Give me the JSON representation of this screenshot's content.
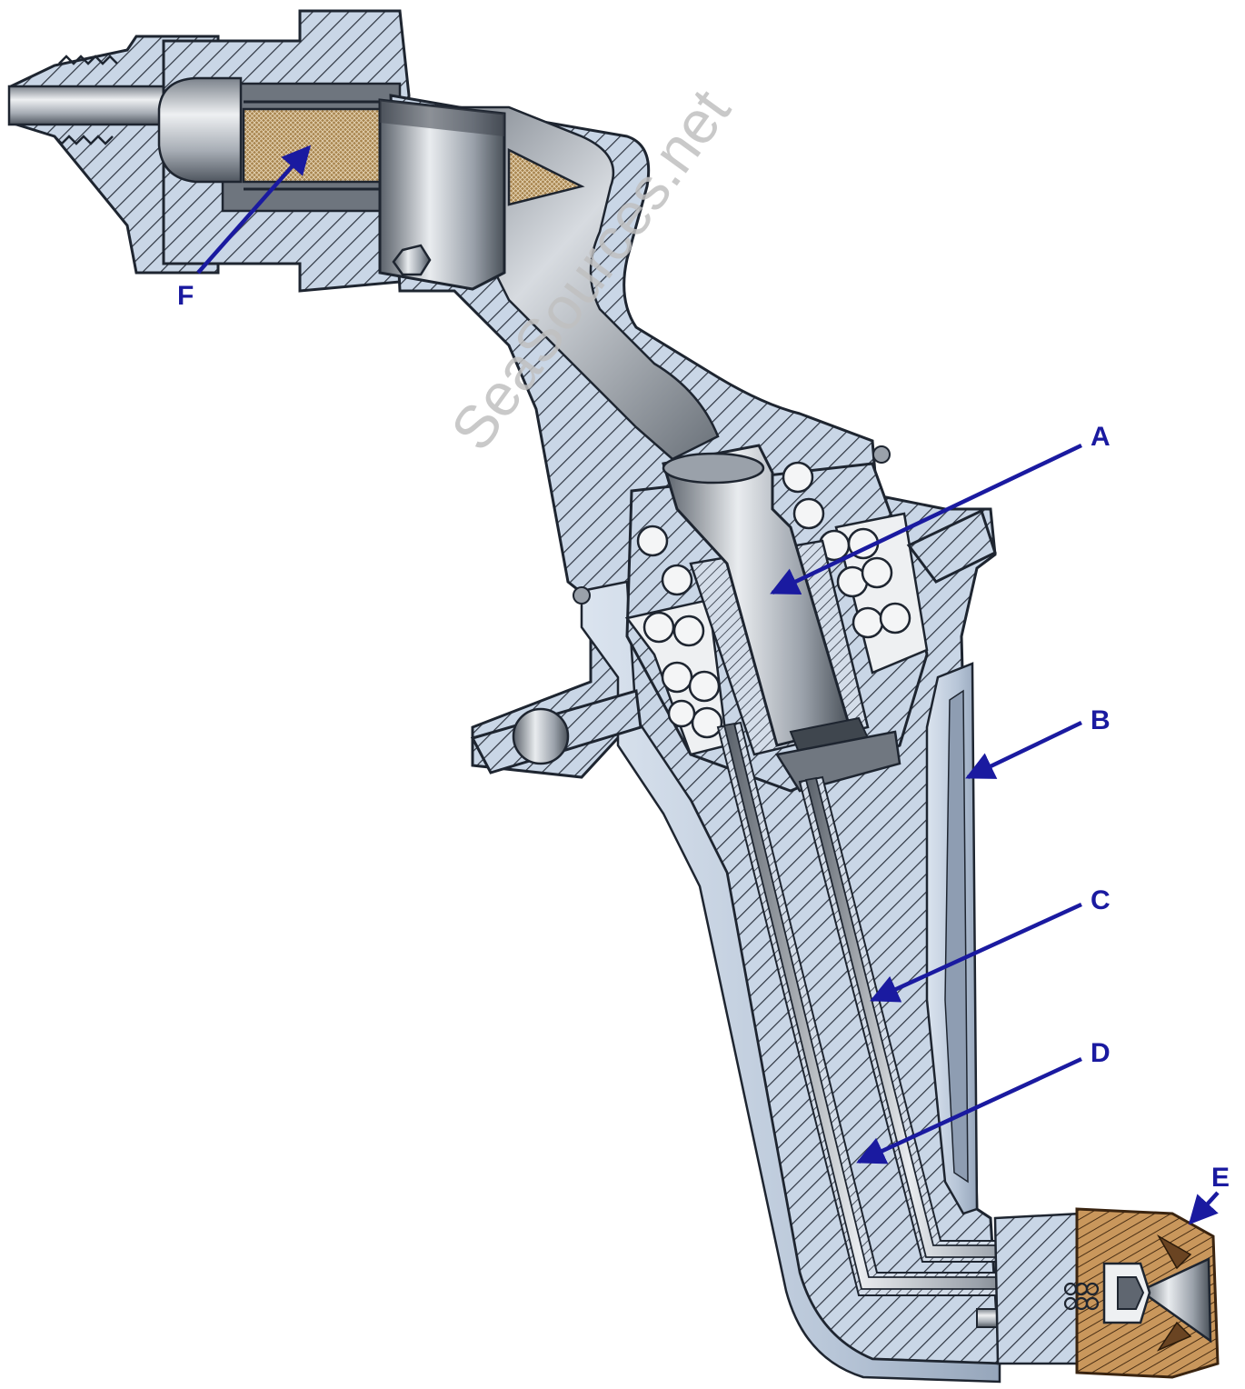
{
  "diagram": {
    "watermark": "SeaSources.net",
    "labels": {
      "A": "A",
      "B": "B",
      "C": "C",
      "D": "D",
      "E": "E",
      "F": "F"
    },
    "colors": {
      "body_fill": "#c9d6e6",
      "hatch": "#2d3440",
      "outline": "#1e2530",
      "metal_light": "#e4e7eb",
      "metal_dark": "#5f6670",
      "filter_screen": "#a8854f",
      "brass_tip": "#b5834a",
      "arrow": "#1a1aa0",
      "watermark": "#c0c0c0"
    }
  }
}
